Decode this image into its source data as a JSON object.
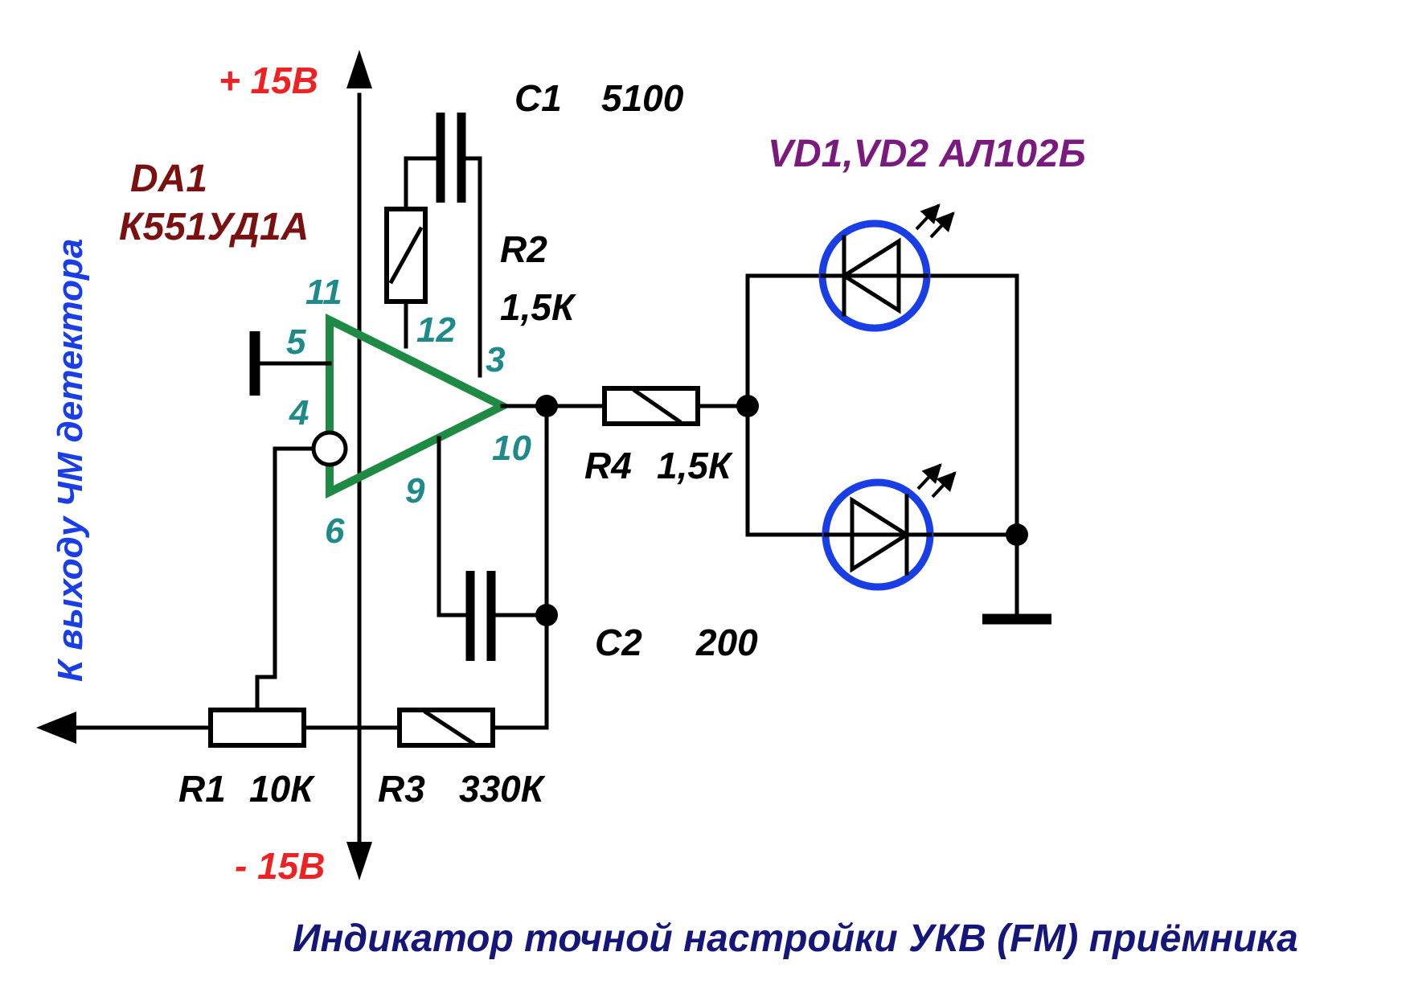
{
  "colors": {
    "supply": "#ee2222",
    "opamp_label": "#7a1010",
    "pin_numbers": "#1f8a8a",
    "side_label": "#1a3ee6",
    "leds_label": "#7a1a7e",
    "caption": "#15167a",
    "opamp_outline": "#1f8a44",
    "led_ring": "#1a3ee6"
  },
  "labels": {
    "plus_supply": "+ 15В",
    "minus_supply": "- 15В",
    "opamp_ref": "DA1",
    "opamp_type": "К551УД1А",
    "side_text": "К выходу ЧМ детектора",
    "leds": "VD1,VD2  АЛ102Б",
    "caption": "Индикатор точной настройки УКВ (FM)  приёмника"
  },
  "components": {
    "c1": {
      "ref": "C1",
      "value": "5100"
    },
    "c2": {
      "ref": "C2",
      "value": "200"
    },
    "r1": {
      "ref": "R1",
      "value": "10К"
    },
    "r2": {
      "ref": "R2",
      "value": "1,5К"
    },
    "r3": {
      "ref": "R3",
      "value": "330К"
    },
    "r4": {
      "ref": "R4",
      "value": "1,5К"
    }
  },
  "pins": {
    "p11": "11",
    "p12": "12",
    "p5": "5",
    "p3": "3",
    "p4": "4",
    "p10": "10",
    "p9": "9",
    "p6": "6"
  },
  "icons": {
    "opamp": "op-amp-triangle-icon",
    "led": "led-icon",
    "resistor": "resistor-icon",
    "capacitor": "capacitor-icon",
    "ground": "ground-icon",
    "arrow": "arrow-icon"
  }
}
